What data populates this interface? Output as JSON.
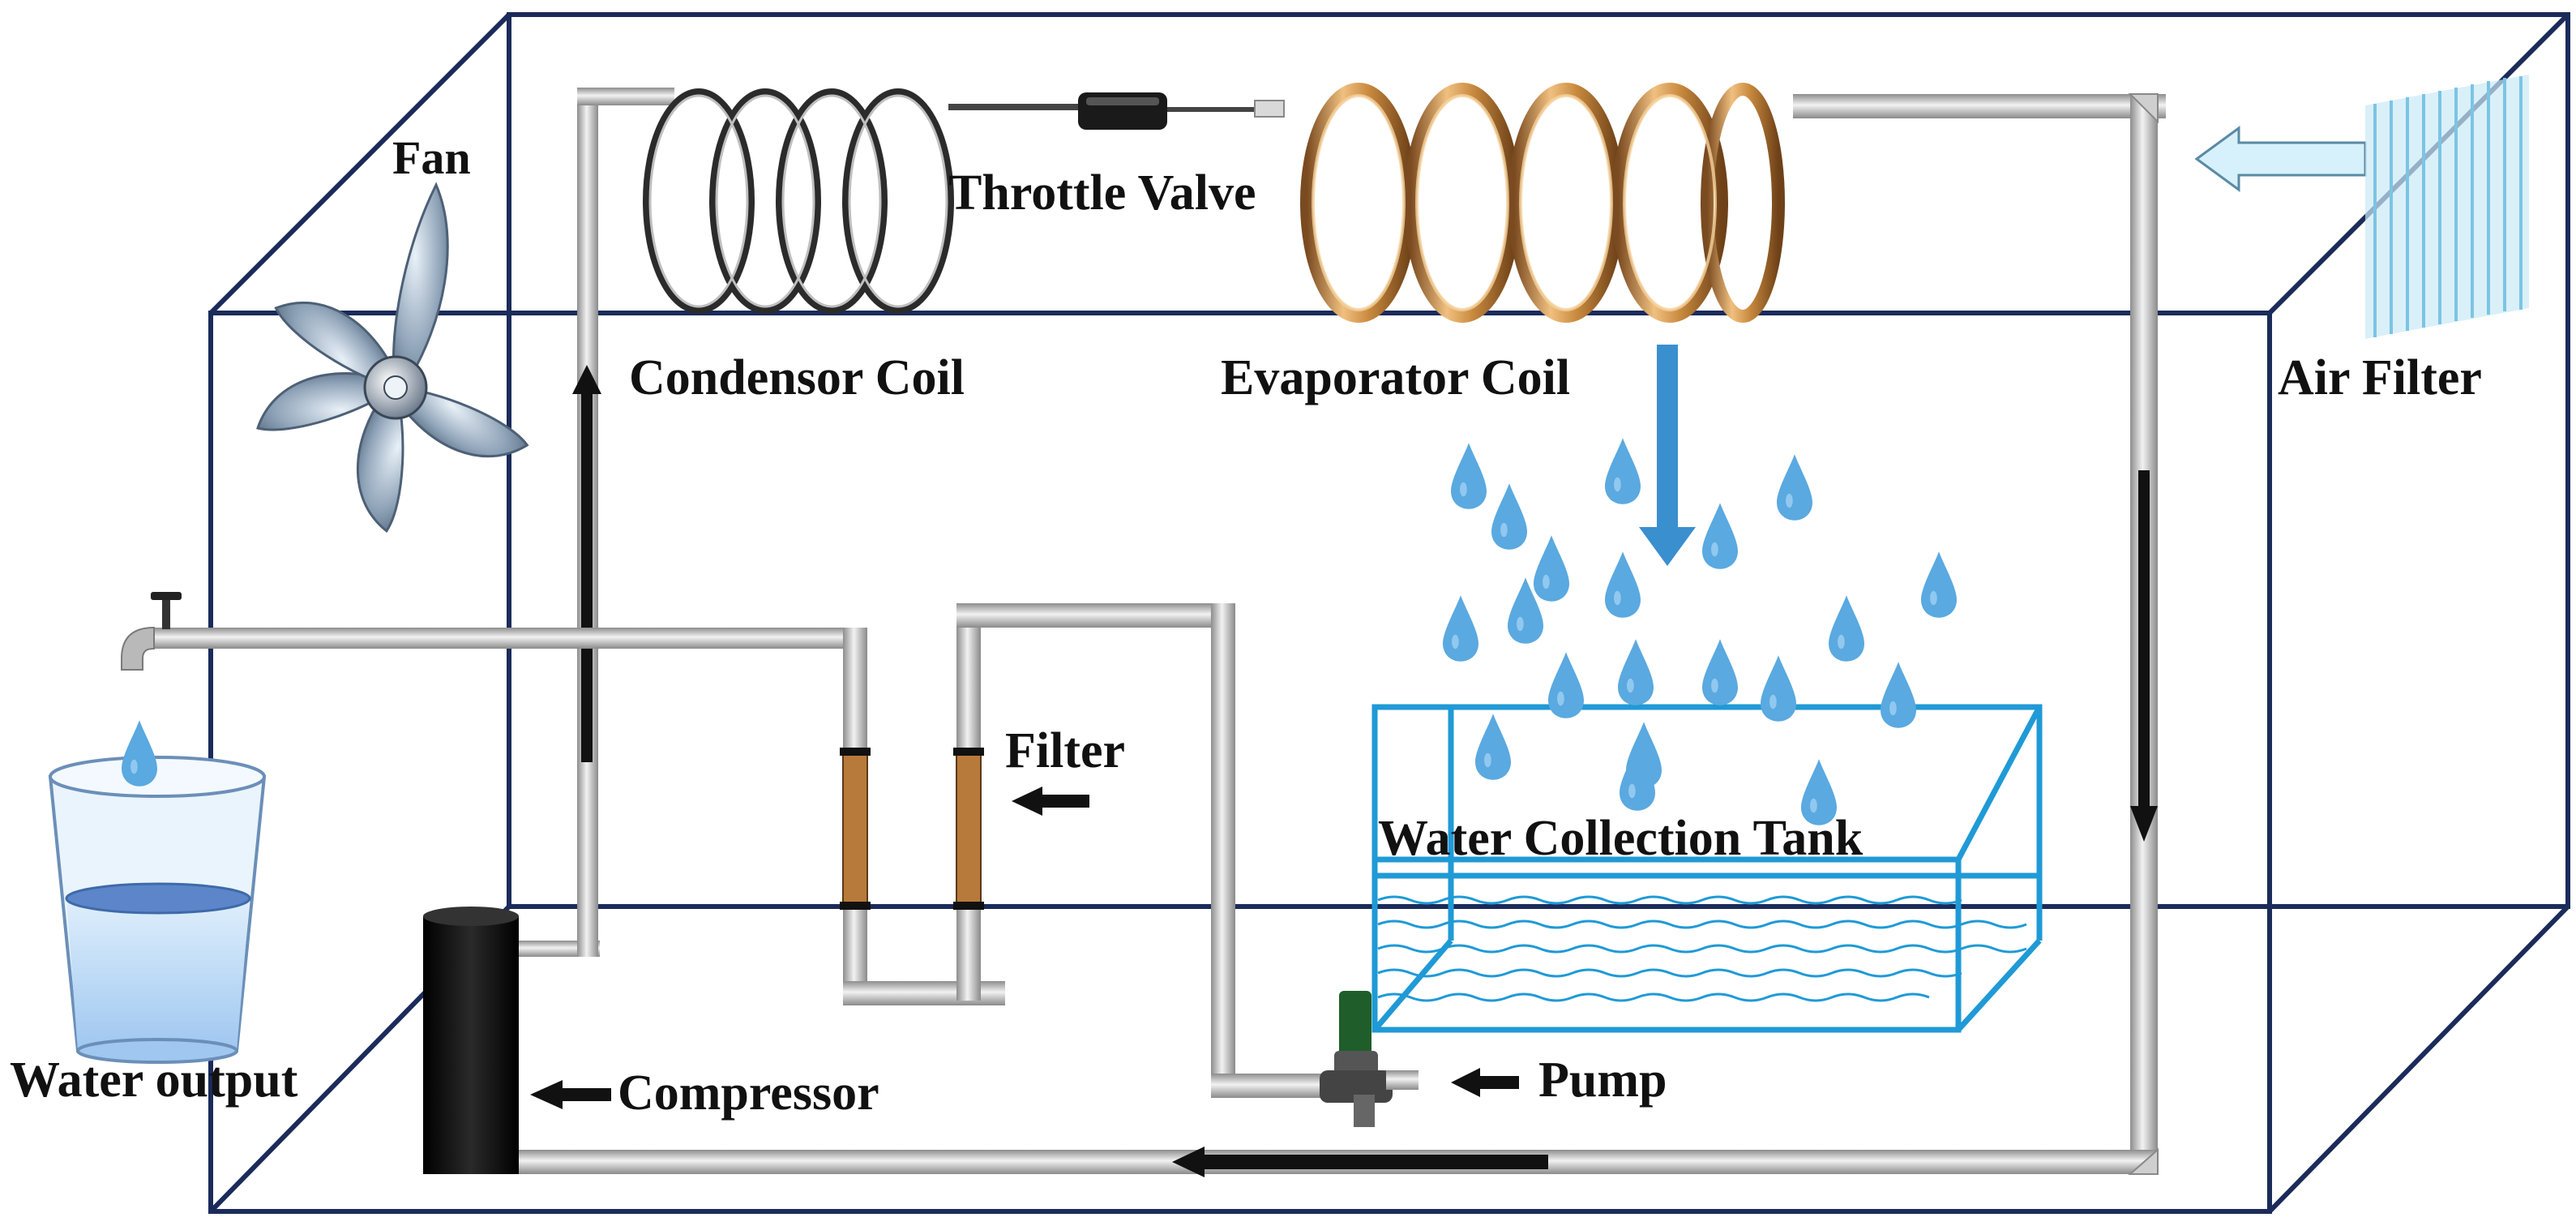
{
  "labels": {
    "fan": "Fan",
    "throttle_valve": "Throttle Valve",
    "condensor_coil": "Condensor Coil",
    "evaporator_coil": "Evaporator Coil",
    "air_filter": "Air Filter",
    "filter": "Filter",
    "water_collection_tank": "Water Collection Tank",
    "water_output": "Water output",
    "compressor": "Compressor",
    "pump": "Pump"
  },
  "colors": {
    "frame": "#1b2b5a",
    "pipe": "#b9b9b9",
    "pipe_edge": "#7a7a7a",
    "copper": "#d2762f",
    "tank": "#1f9ad6",
    "droplet": "#5aa9e0",
    "filter_body": "#b87a3a",
    "air_arrow": "#d6f1fb",
    "air_filter": "#9fd8ee"
  }
}
